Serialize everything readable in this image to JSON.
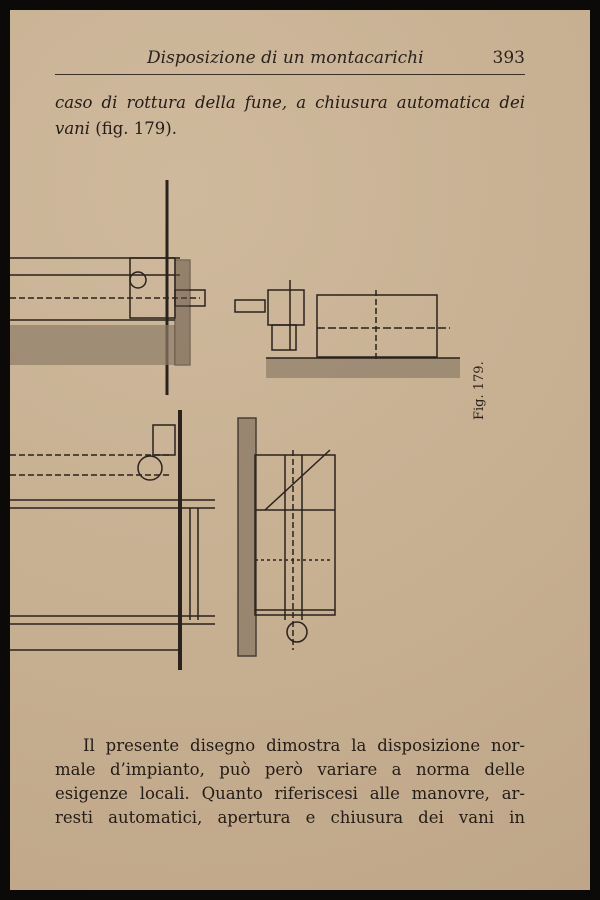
{
  "header": {
    "title": "Disposizione di un montacarichi",
    "page_number": "393"
  },
  "intro": {
    "line1": "caso di rottura della fune, a chiusura automatica dei",
    "line2_italic": "vani",
    "line2_rest": " (fig. 179)."
  },
  "figure": {
    "label": "Fig. 179."
  },
  "body_lines": [
    "Il presente disegno dimostra la disposizione nor-",
    "male d’impianto, può però variare a norma delle",
    "esigenze locali. Quanto riferiscesi alle manovre, ar-",
    "resti automatici, apertura e chiusura dei vani in"
  ]
}
